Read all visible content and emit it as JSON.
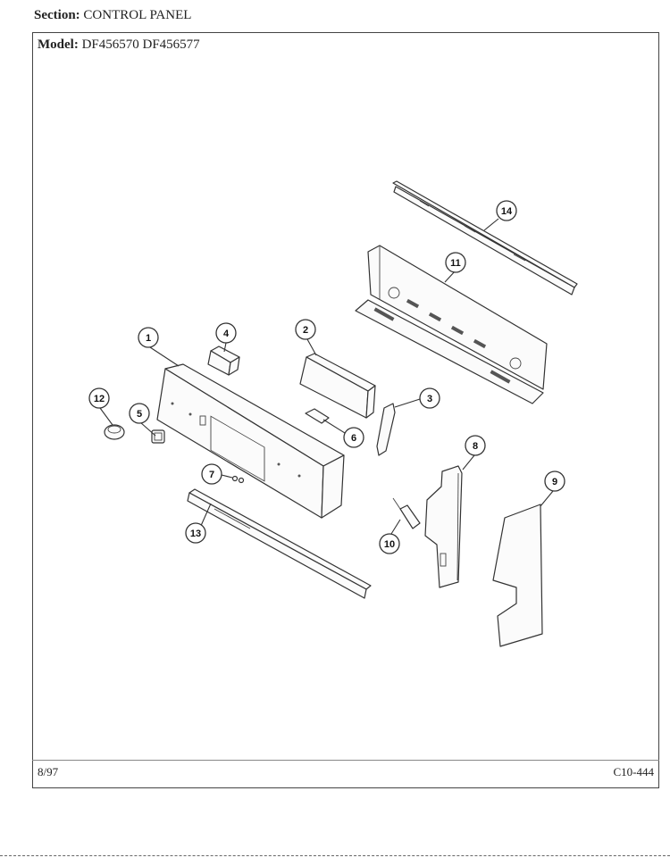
{
  "header": {
    "section_label": "Section:",
    "section_value": "CONTROL PANEL",
    "model_label": "Model:",
    "model_value": "DF456570  DF456577"
  },
  "footer": {
    "date": "8/97",
    "page_code": "C10-444"
  },
  "callouts": [
    "1",
    "2",
    "3",
    "4",
    "5",
    "6",
    "7",
    "8",
    "9",
    "10",
    "11",
    "12",
    "13",
    "14"
  ]
}
